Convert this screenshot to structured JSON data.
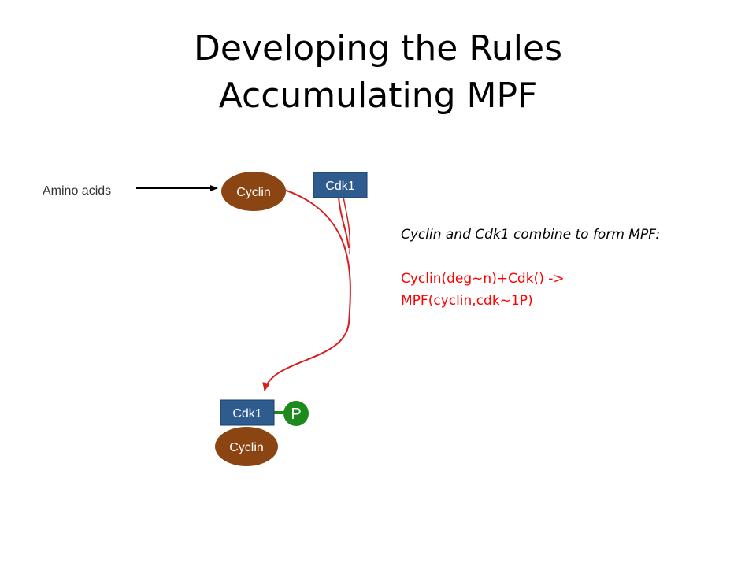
{
  "title": {
    "line1": "Developing the Rules",
    "line2": "Accumulating MPF"
  },
  "diagram": {
    "input_label": "Amino acids",
    "cyclin_label": "Cyclin",
    "cdk1_label": "Cdk1",
    "product_cdk1_label": "Cdk1",
    "product_cyclin_label": "Cyclin",
    "phosphate_label": "P"
  },
  "note": {
    "description": "Cyclin and Cdk1 combine to form MPF:",
    "rule_line1": "Cyclin(deg~n)+Cdk() ->",
    "rule_line2": "MPF(cyclin,cdk~1P)"
  },
  "colors": {
    "cyclin": "#8b4513",
    "cdk1": "#2f5c8f",
    "phosphate": "#1e8a1e",
    "reaction_arrow": "#d62020",
    "rule_text": "#ff0000"
  }
}
